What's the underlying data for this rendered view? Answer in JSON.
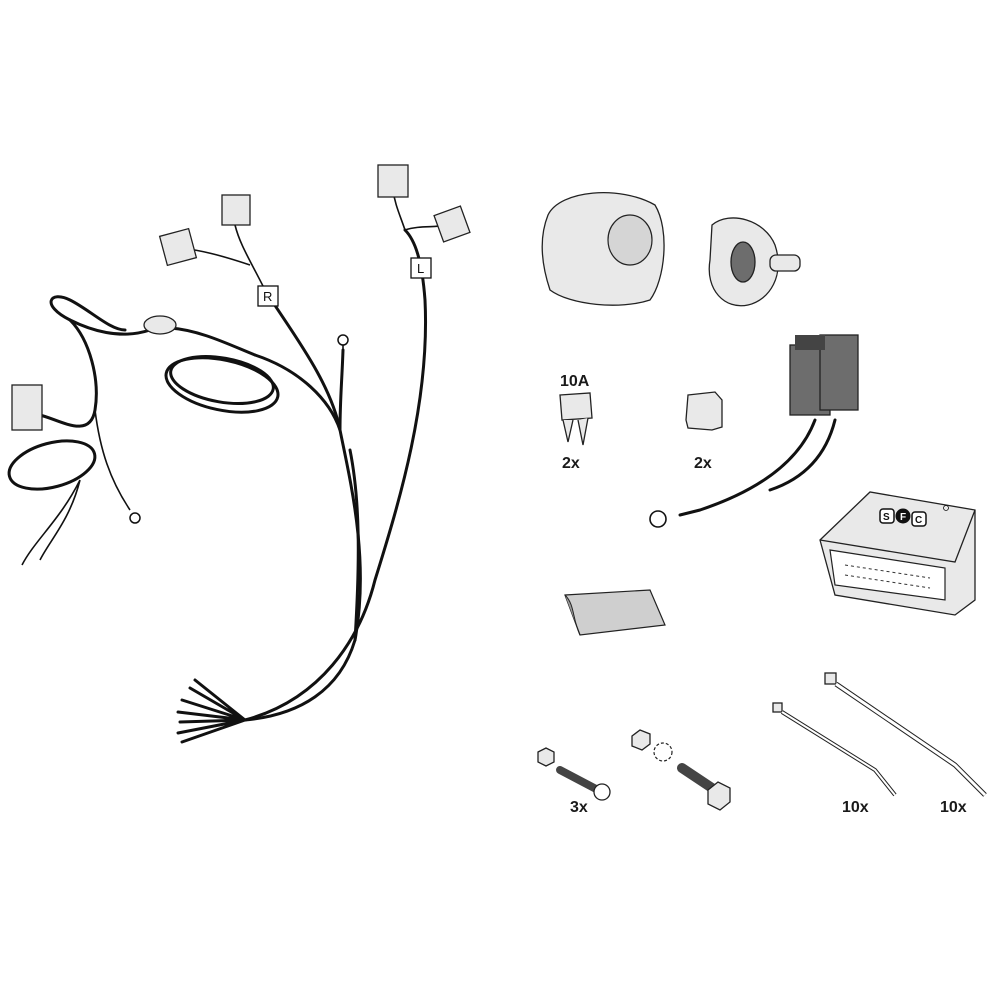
{
  "harness": {
    "right_tag": "R",
    "left_tag": "L"
  },
  "parts": {
    "fuse": {
      "rating": "10A",
      "quantity": "2x"
    },
    "cap": {
      "quantity": "2x"
    },
    "control_module": {
      "logo": "SFC®"
    },
    "screw_set": {
      "quantity": "3x"
    },
    "cable_tie_short": {
      "quantity": "10x"
    },
    "cable_tie_long": {
      "quantity": "10x"
    }
  },
  "colors": {
    "line": "#111111",
    "part_fill": "#e9e9e9",
    "dark_fill": "#6d6d6d"
  }
}
